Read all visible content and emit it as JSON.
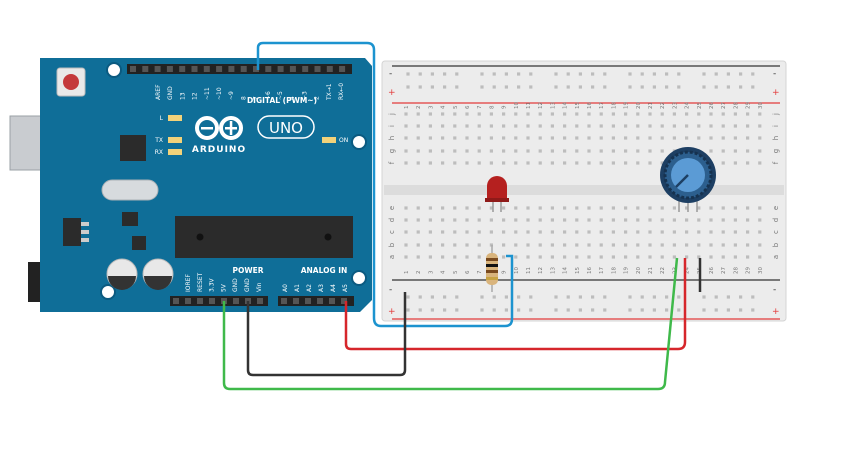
{
  "arduino": {
    "brand": "ARDUINO",
    "model": "UNO",
    "digital_header": "DIGITAL (PWM~)",
    "power_header": "POWER",
    "analog_header": "ANALOG IN",
    "led_l": "L",
    "led_tx": "TX",
    "led_rx": "RX",
    "on_label": "ON",
    "digital_pins": [
      "AREF",
      "GND",
      "13",
      "12",
      "~11",
      "~10",
      "~9",
      "8",
      "7",
      "~6",
      "~5",
      "4",
      "~3",
      "2",
      "TX→1",
      "RX←0"
    ],
    "power_pins": [
      "IOREF",
      "RESET",
      "3.3V",
      "5V",
      "GND",
      "GND",
      "Vin"
    ],
    "analog_pins": [
      "A0",
      "A1",
      "A2",
      "A3",
      "A4",
      "A5"
    ]
  },
  "breadboard": {
    "columns": [
      "1",
      "2",
      "3",
      "4",
      "5",
      "6",
      "7",
      "8",
      "9",
      "10",
      "11",
      "12",
      "13",
      "14",
      "15",
      "16",
      "17",
      "18",
      "19",
      "20",
      "21",
      "22",
      "23",
      "24",
      "25",
      "26",
      "27",
      "28",
      "29",
      "30"
    ],
    "rows_top": [
      "j",
      "i",
      "h",
      "g",
      "f"
    ],
    "rows_bottom": [
      "e",
      "d",
      "c",
      "b",
      "a"
    ],
    "rail_minus": "-",
    "rail_plus": "+"
  },
  "components": {
    "led": "red-led",
    "resistor": "resistor",
    "potentiometer": "potentiometer"
  },
  "colors": {
    "board_blue": "#0f6e98",
    "board_dark": "#0b5a80",
    "wire_blue": "#1c93cf",
    "wire_red": "#d6262b",
    "wire_black": "#333333",
    "wire_green": "#3fb94a",
    "rail_red": "#e33b3b",
    "breadboard": "#ececec"
  }
}
